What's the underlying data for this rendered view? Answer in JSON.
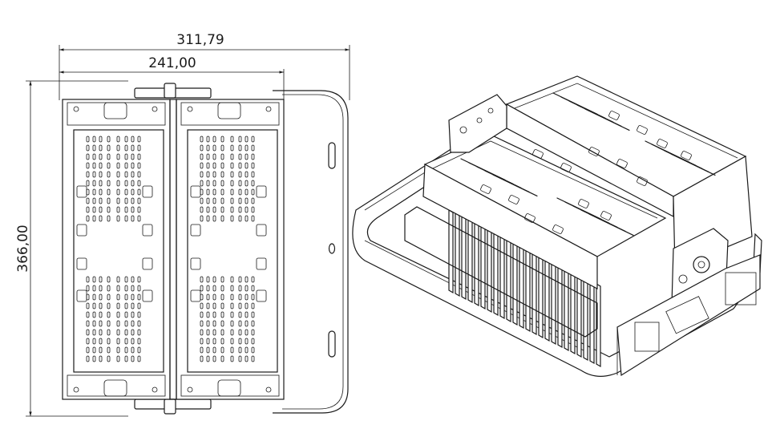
{
  "dimensions": {
    "overall_width": "311,79",
    "module_width": "241,00",
    "height": "366,00"
  }
}
